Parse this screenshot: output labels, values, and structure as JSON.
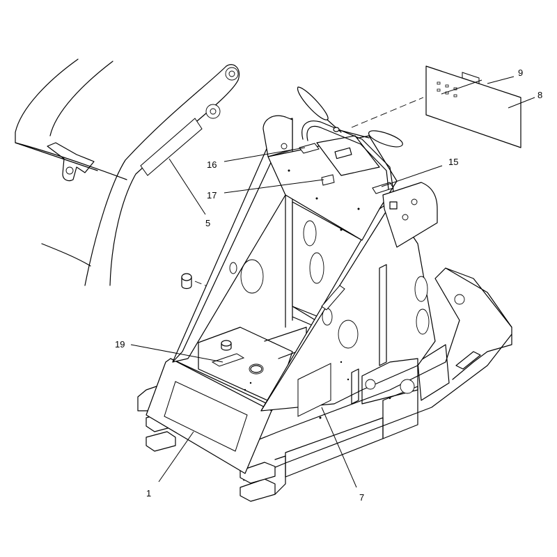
{
  "diagram": {
    "callouts": [
      {
        "id": "c9",
        "label": "9"
      },
      {
        "id": "c8",
        "label": "8"
      },
      {
        "id": "c16",
        "label": "16"
      },
      {
        "id": "c15",
        "label": "15"
      },
      {
        "id": "c17",
        "label": "17"
      },
      {
        "id": "c5",
        "label": "5"
      },
      {
        "id": "c19",
        "label": "19"
      },
      {
        "id": "c1",
        "label": "1"
      },
      {
        "id": "c7",
        "label": "7"
      }
    ]
  }
}
